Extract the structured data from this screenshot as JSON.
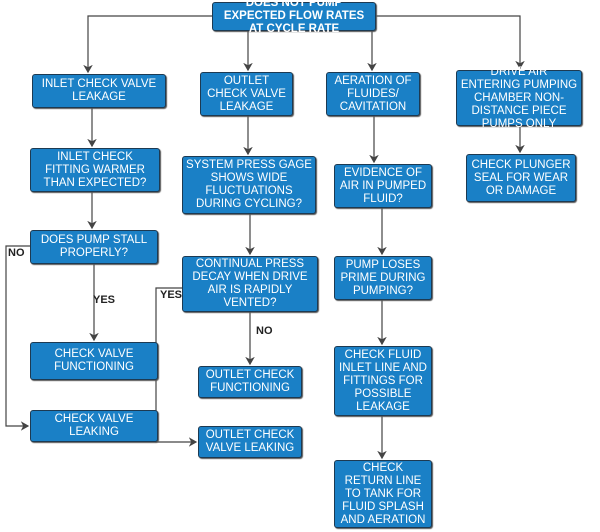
{
  "start": "DOES NOT PUMP EXPECTED FLOW RATES AT CYCLE RATE",
  "boxes": {
    "inlet_leakage": "INLET CHECK VALVE LEAKAGE",
    "outlet_leakage": "OUTLET CHECK VALVE LEAKAGE",
    "aeration": "AERATION OF FLUIDES/ CAVITATION",
    "drive_air": "DRIVE AIR ENTERING PUMPING CHAMBER NON-DISTANCE PIECE PUMPS ONLY",
    "inlet_fitting": "INLET CHECK FITTING WARMER THAN EXPECTED?",
    "system_press": "SYSTEM PRESS GAGE SHOWS WIDE FLUCTUATIONS DURING CYCLING?",
    "evidence_air": "EVIDENCE OF AIR IN PUMPED FLUID?",
    "check_plunger": "CHECK PLUNGER SEAL FOR WEAR OR DAMAGE",
    "stall": "DOES PUMP STALL PROPERLY?",
    "continual_press": "CONTINUAL PRESS DECAY WHEN DRIVE AIR IS RAPIDLY VENTED?",
    "loses_prime": "PUMP LOSES PRIME DURING PUMPING?",
    "valve_functioning": "CHECK VALVE FUNCTIONING",
    "outlet_functioning": "OUTLET CHECK FUNCTIONING",
    "fluid_inlet": "CHECK FLUID INLET LINE AND FITTINGS FOR POSSIBLE LEAKAGE",
    "valve_leaking": "CHECK VALVE LEAKING",
    "outlet_leaking": "OUTLET CHECK VALVE LEAKING",
    "return_line": "CHECK RETURN LINE TO TANK FOR FLUID SPLASH AND AERATION"
  },
  "labels": {
    "no1": "NO",
    "yes1": "YES",
    "yes2": "YES",
    "no2": "NO"
  },
  "colors": {
    "box": "#1a80c6",
    "border": "#1d3a52",
    "line": "#444444"
  }
}
